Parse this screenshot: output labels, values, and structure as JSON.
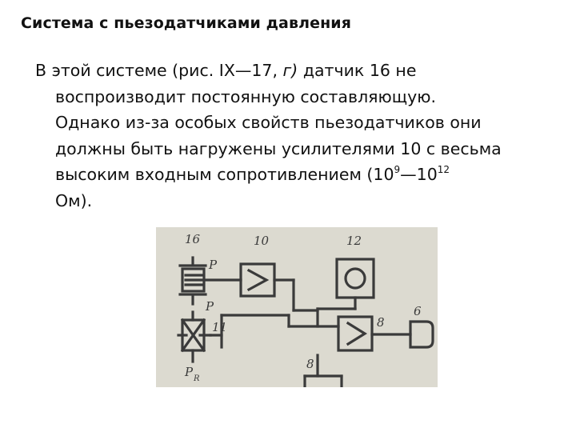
{
  "slide": {
    "title": "Система с пьезодатчиками давления",
    "paragraph": {
      "l1": "В этой системе (рис. IX—17, ",
      "l1_italic": "г)",
      "l1_end": " датчик 16 не",
      "l2": "воспроизводит постоянную составляющую.",
      "l3": "Однако из-за особых свойств пьезодатчиков они",
      "l4": "должны быть нагружены усилителями 10 с весьма",
      "l5": "высоким входным сопротивлением   (10",
      "l5_sup1": "9",
      "l5_mid": "—10",
      "l5_sup2": "12",
      "l6": "Ом)."
    }
  },
  "figure": {
    "labels": {
      "sensor": "16",
      "amp": "10",
      "indicator": "12",
      "lower_sensor": "11",
      "lower_amp": "8",
      "recorder": "6",
      "bottom": "8",
      "p_top": "P",
      "p_mid": "P",
      "p_bottom": "P",
      "p_bottom_sub": "R"
    },
    "colors": {
      "background": "#dcdad0",
      "ink": "#3a3a3a"
    }
  }
}
